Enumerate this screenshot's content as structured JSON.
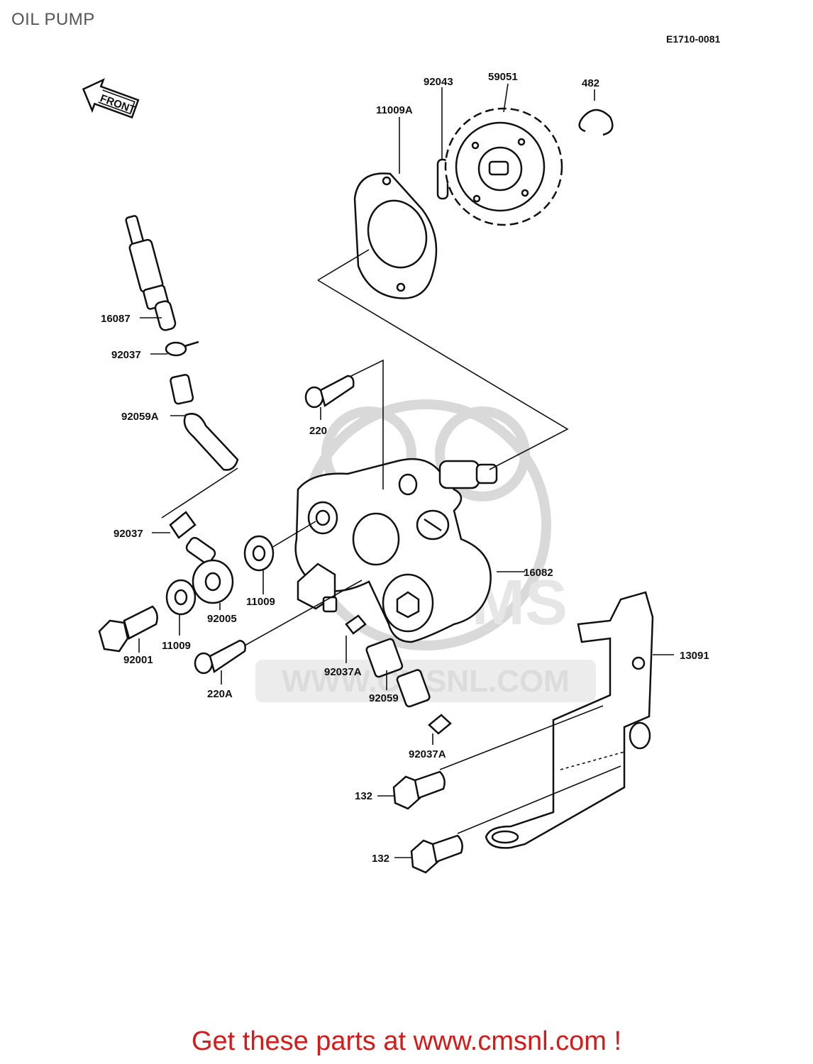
{
  "page": {
    "title": "OIL PUMP",
    "diagram_code": "E1710-0081",
    "footer": "Get these parts at www.cmsnl.com !"
  },
  "watermark": {
    "text": "WWW.CMSNL.COM",
    "logo": "CMS"
  },
  "front_arrow": {
    "label": "FRONT"
  },
  "parts": [
    {
      "id": "p-92043",
      "label": "92043"
    },
    {
      "id": "p-59051",
      "label": "59051"
    },
    {
      "id": "p-482",
      "label": "482"
    },
    {
      "id": "p-11009A",
      "label": "11009A"
    },
    {
      "id": "p-16087",
      "label": "16087"
    },
    {
      "id": "p-92037-top",
      "label": "92037"
    },
    {
      "id": "p-92059A",
      "label": "92059A"
    },
    {
      "id": "p-220",
      "label": "220"
    },
    {
      "id": "p-92037-mid",
      "label": "92037"
    },
    {
      "id": "p-16082",
      "label": "16082"
    },
    {
      "id": "p-11009-a",
      "label": "11009"
    },
    {
      "id": "p-92005",
      "label": "92005"
    },
    {
      "id": "p-11009-b",
      "label": "11009"
    },
    {
      "id": "p-92001",
      "label": "92001"
    },
    {
      "id": "p-92037A-a",
      "label": "92037A"
    },
    {
      "id": "p-13091",
      "label": "13091"
    },
    {
      "id": "p-220A",
      "label": "220A"
    },
    {
      "id": "p-92059",
      "label": "92059"
    },
    {
      "id": "p-92037A-b",
      "label": "92037A"
    },
    {
      "id": "p-132-a",
      "label": "132"
    },
    {
      "id": "p-132-b",
      "label": "132"
    }
  ]
}
